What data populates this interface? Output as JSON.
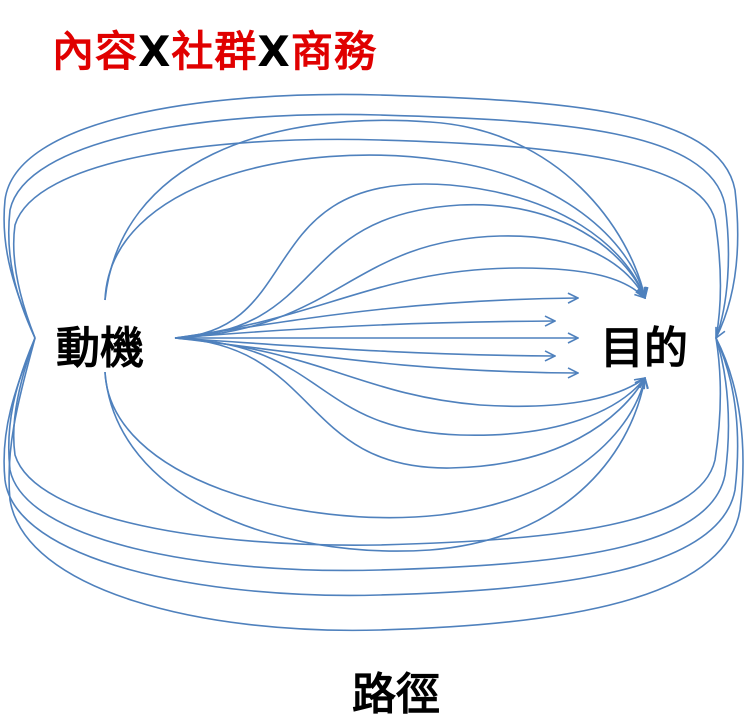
{
  "title": {
    "parts": [
      {
        "text": "內容",
        "color": "#e00000"
      },
      {
        "text": "X",
        "color": "#000000"
      },
      {
        "text": "社群",
        "color": "#e00000"
      },
      {
        "text": "X",
        "color": "#000000"
      },
      {
        "text": "商務",
        "color": "#e00000"
      }
    ]
  },
  "labels": {
    "motive": "動機",
    "goal": "目的",
    "path": "路徑"
  },
  "colors": {
    "line": "#4f81bd"
  }
}
